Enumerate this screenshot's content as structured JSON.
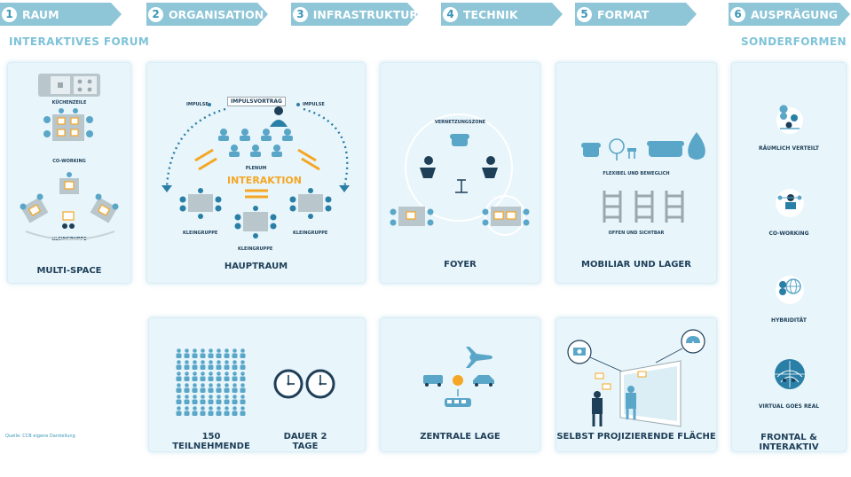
{
  "header": {
    "steps": [
      {
        "num": "1",
        "label": "RAUM"
      },
      {
        "num": "2",
        "label": "ORGANISATION"
      },
      {
        "num": "3",
        "label": "INFRASTRUKTUR"
      },
      {
        "num": "4",
        "label": "TECHNIK"
      },
      {
        "num": "5",
        "label": "FORMAT"
      },
      {
        "num": "6",
        "label": "AUSPRÄGUNG"
      }
    ],
    "subtitle_left": "INTERAKTIVES FORUM",
    "subtitle_right": "SONDERFORMEN"
  },
  "raum": {
    "kitchen": "KÜCHENZEILE",
    "coworking": "CO-WORKING",
    "kleingruppe": "KLEINGRUPPE",
    "label": "MULTI-SPACE"
  },
  "organisation": {
    "impulsvortrag": "IMPULSVORTRAG",
    "impulse_left": "IMPULSE",
    "impulse_right": "IMPULSE",
    "plenum": "PLENUM",
    "interaktion": "INTERAKTION",
    "kg_left": "KLEINGRUPPE",
    "kg_mid": "KLEINGRUPPE",
    "kg_right": "KLEINGRUPPE",
    "label": "HAUPTRAUM",
    "participants_label": "150 TEILNEHMENDE",
    "duration_label": "DAUER 2 TAGE"
  },
  "infrastruktur": {
    "zone": "VERNETZUNGSZONE",
    "label": "FOYER",
    "location_label": "ZENTRALE LAGE"
  },
  "technik": {
    "flexibel": "FLEXIBEL UND BEWEGLICH",
    "offen": "OFFEN UND SICHTBAR",
    "label": "MOBILIAR UND LAGER",
    "projection_label": "SELBST PROJIZIERENDE FLÄCHE"
  },
  "auspraegung": {
    "items": [
      "RÄUMLICH VERTEILT",
      "CO-WORKING",
      "HYBRIDITÄT",
      "VIRTUAL GOES REAL"
    ],
    "label": "FRONTAL & INTERAKTIV"
  },
  "source": "Quelle: CCB eigene Darstellung",
  "colors": {
    "header": "#8ec6d8",
    "card": "#e8f5fb",
    "icon": "#5aa6c8",
    "dark": "#1e3f58",
    "accent": "#f5a623"
  }
}
